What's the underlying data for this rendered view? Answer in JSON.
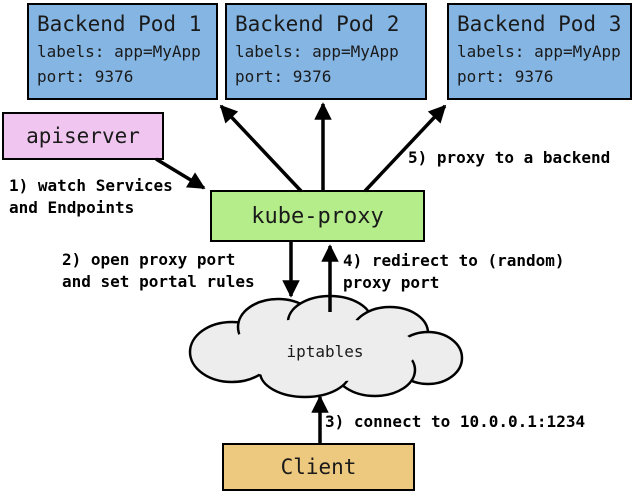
{
  "diagram": {
    "title_hint": "kube-proxy userspace proxy flow diagram",
    "pods": [
      {
        "title": "Backend Pod 1",
        "labels": "labels: app=MyApp",
        "port": "port: 9376"
      },
      {
        "title": "Backend Pod 2",
        "labels": "labels: app=MyApp",
        "port": "port: 9376"
      },
      {
        "title": "Backend Pod 3",
        "labels": "labels: app=MyApp",
        "port": "port: 9376"
      }
    ],
    "apiserver": {
      "label": "apiserver"
    },
    "kube_proxy": {
      "label": "kube-proxy"
    },
    "iptables": {
      "label": "iptables"
    },
    "client": {
      "label": "Client"
    },
    "annotations": {
      "step1": "1) watch Services\nand Endpoints",
      "step2": "2) open proxy port\nand set portal rules",
      "step3": "3) connect to 10.0.0.1:1234",
      "step4": "4) redirect to (random)\nproxy port",
      "step5": "5) proxy to a backend"
    },
    "colors": {
      "pod_fill": "#84b5e3",
      "apiserver_fill": "#f0c6f0",
      "kube_proxy_fill": "#b4ed8a",
      "client_fill": "#edc87f",
      "cloud_fill": "#ededed",
      "border": "#000000",
      "background": "#ffffff"
    }
  }
}
